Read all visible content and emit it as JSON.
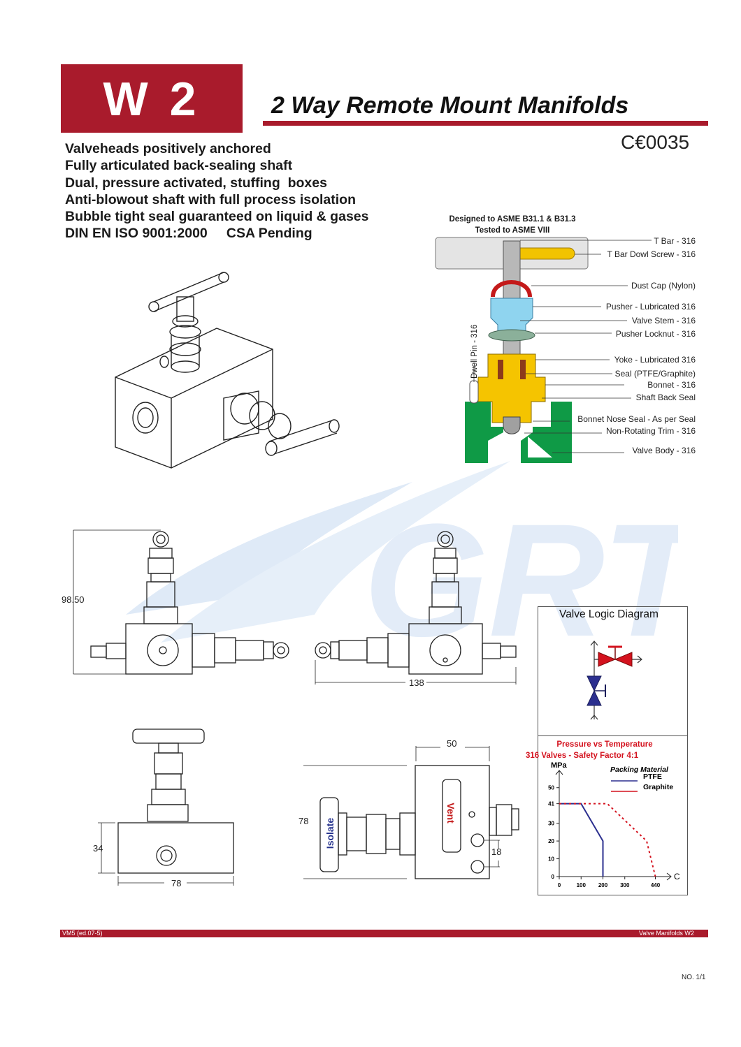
{
  "header": {
    "badge": "W 2",
    "title": "2 Way Remote Mount  Manifolds",
    "certification": "C€0035"
  },
  "features": [
    "Valveheads positively anchored",
    "Fully articulated back-sealing shaft",
    "Dual, pressure activated, stuffing  boxes",
    "Anti-blowout shaft with full process isolation",
    "Bubble tight seal guaranteed on liquid & gases",
    "DIN EN ISO 9001:2000     CSA Pending"
  ],
  "cutaway": {
    "design_line1": "Designed to ASME B31.1 & B31.3",
    "design_line2": "Tested to ASME VIII",
    "dwell_pin": "Dwell Pin - 316",
    "parts": [
      "T Bar - 316",
      "T Bar Dowl Screw - 316",
      "Dust Cap (Nylon)",
      "Pusher - Lubricated 316",
      "Valve Stem - 316",
      "Pusher Locknut - 316",
      "Yoke - Lubricated 316",
      "Seal (PTFE/Graphite)",
      "Bonnet - 316",
      "Shaft Back Seal",
      "Bonnet Nose Seal - As per Seal",
      "Non-Rotating Trim - 316",
      "Valve Body - 316"
    ]
  },
  "watermark": "GRT",
  "dimensions": {
    "height_front": "98.50",
    "length_rear": "138",
    "height_side": "34",
    "width_side": "78",
    "width_top": "50",
    "height_top": "78",
    "port_offset": "18"
  },
  "valve_labels": {
    "isolate": "Isolate",
    "vent": "Vent"
  },
  "logic_diagram": {
    "title": "Valve Logic Diagram"
  },
  "chart_data": {
    "type": "line",
    "title": "Pressure vs Temperature",
    "subtitle": "316 Valves - Safety Factor  4:1",
    "ylabel": "MPa",
    "xlabel": "C",
    "legend_title": "Packing Material",
    "x_ticks": [
      0,
      100,
      200,
      300,
      440
    ],
    "y_ticks": [
      0,
      10,
      20,
      30,
      41,
      50
    ],
    "xlim": [
      0,
      480
    ],
    "ylim": [
      0,
      55
    ],
    "series": [
      {
        "name": "PTFE",
        "color": "#2b2f8f",
        "style": "solid",
        "points": [
          [
            0,
            41
          ],
          [
            100,
            41
          ],
          [
            200,
            20
          ],
          [
            200,
            0
          ]
        ]
      },
      {
        "name": "Graphite",
        "color": "#d4121e",
        "style": "dashed",
        "points": [
          [
            0,
            41
          ],
          [
            220,
            41
          ],
          [
            400,
            20
          ],
          [
            440,
            0
          ]
        ]
      }
    ]
  },
  "footer": {
    "left": "VM5 (ed.07-5)",
    "right": "Valve Manifolds W2",
    "page": "NO. 1/1"
  }
}
